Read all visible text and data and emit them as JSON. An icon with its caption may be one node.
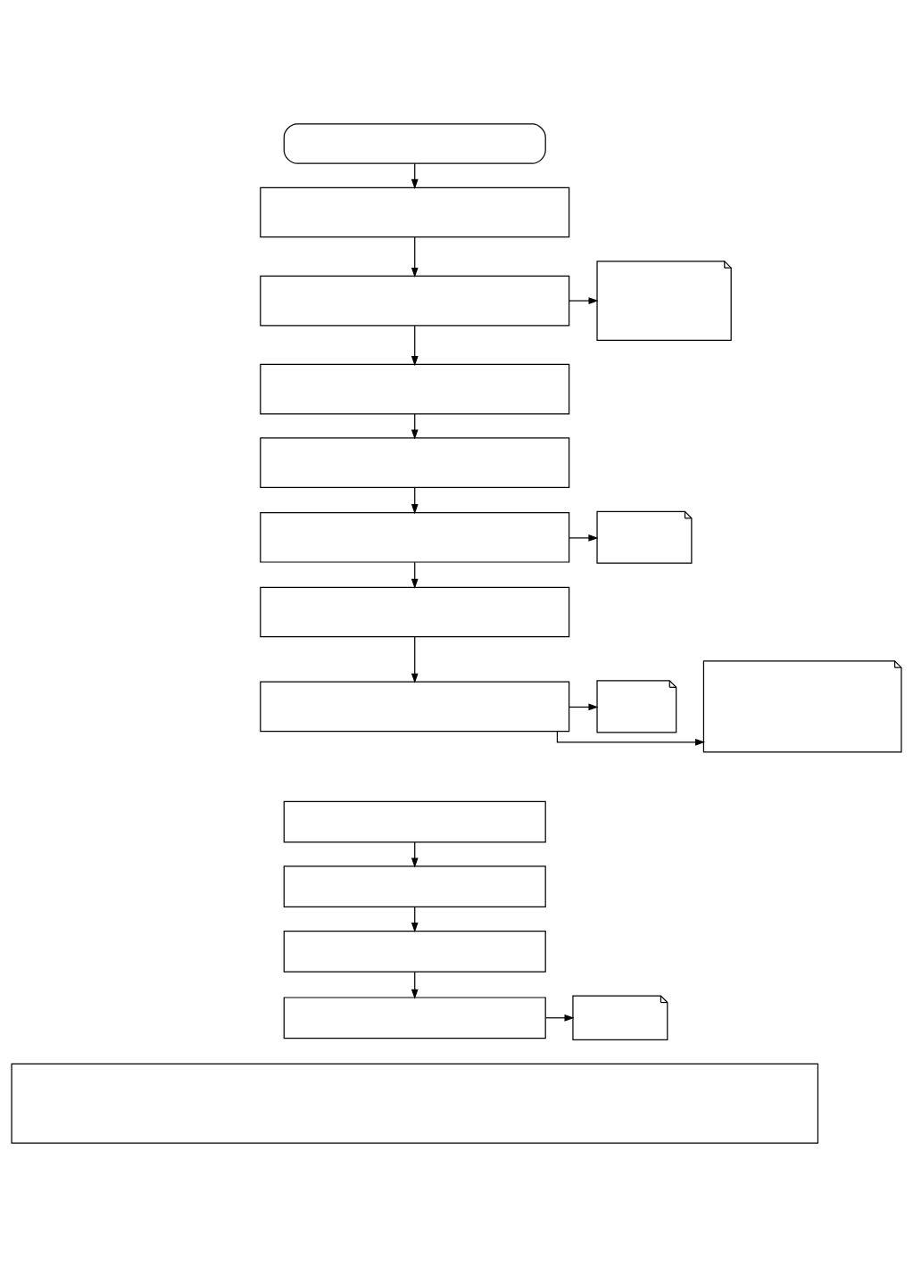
{
  "diagram": {
    "nodes": [
      {
        "text": [],
        "shape": "box"
      },
      {
        "text": [],
        "shape": "box"
      },
      {
        "text": [],
        "shape": "box"
      },
      {
        "text": [],
        "shape": "note"
      },
      {
        "text": [],
        "shape": "box"
      },
      {
        "text": [],
        "shape": "box"
      },
      {
        "text": [],
        "shape": "box"
      },
      {
        "text": [],
        "shape": "note"
      },
      {
        "text": [],
        "shape": "box"
      },
      {
        "text": [],
        "shape": "note"
      },
      {
        "text": [],
        "shape": "box"
      },
      {
        "text": [],
        "shape": "note"
      },
      {
        "text": [],
        "shape": "box"
      },
      {
        "text": [],
        "shape": "box"
      },
      {
        "text": [],
        "shape": "box"
      },
      {
        "text": [],
        "shape": "box"
      },
      {
        "text": [],
        "shape": "note"
      },
      {
        "text": [],
        "shape": "box"
      }
    ],
    "edges": [
      {
        "from": 0,
        "to": 1,
        "arrow": "to"
      },
      {
        "from": 1,
        "to": 2,
        "arrow": "to"
      },
      {
        "from": 2,
        "to": 3,
        "arrow": "to"
      },
      {
        "from": 2,
        "to": 4,
        "arrow": "to"
      },
      {
        "from": 4,
        "to": 5,
        "arrow": "to"
      },
      {
        "from": 5,
        "to": 6,
        "arrow": "to"
      },
      {
        "from": 6,
        "to": 7,
        "arrow": "to"
      },
      {
        "from": 6,
        "to": 8,
        "arrow": "to"
      },
      {
        "from": 8,
        "to": 10,
        "arrow": "to"
      },
      {
        "from": 10,
        "to": 9,
        "arrow": "to"
      },
      {
        "from": 10,
        "to": 11,
        "arrow": "to"
      },
      {
        "from": 12,
        "to": 13,
        "arrow": "to"
      },
      {
        "from": 13,
        "to": 14,
        "arrow": "to"
      },
      {
        "from": 14,
        "to": 15,
        "arrow": "to"
      },
      {
        "from": 15,
        "to": 16,
        "arrow": "to"
      }
    ]
  }
}
